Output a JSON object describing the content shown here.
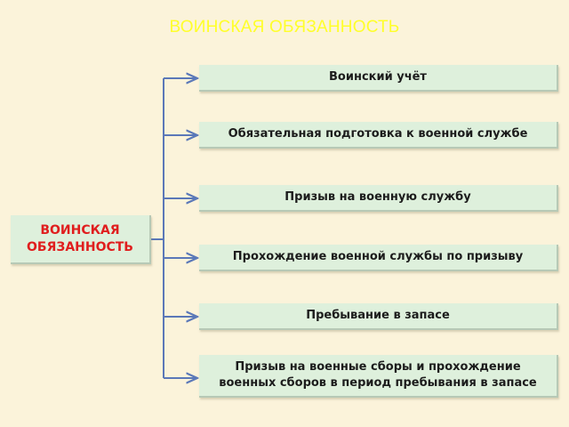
{
  "title": "ВОИНСКАЯ ОБЯЗАННОСТЬ",
  "root": {
    "line1": "ВОИНСКАЯ",
    "line2": "ОБЯЗАННОСТЬ"
  },
  "items": [
    {
      "label": "Воинский учёт"
    },
    {
      "label": "Обязательная подготовка к военной службе"
    },
    {
      "label": "Призыв на военную службу"
    },
    {
      "label": "Прохождение военной службы по призыву"
    },
    {
      "label": "Пребывание в запасе"
    },
    {
      "line1": "Призыв на военные сборы и прохождение",
      "line2": "военных сборов в период пребывания в запасе"
    }
  ],
  "colors": {
    "background": "#fbf3da",
    "title": "#ffff2a",
    "box": "#def0dc",
    "root_text": "#e01e1e",
    "connector": "#5b78b8"
  }
}
